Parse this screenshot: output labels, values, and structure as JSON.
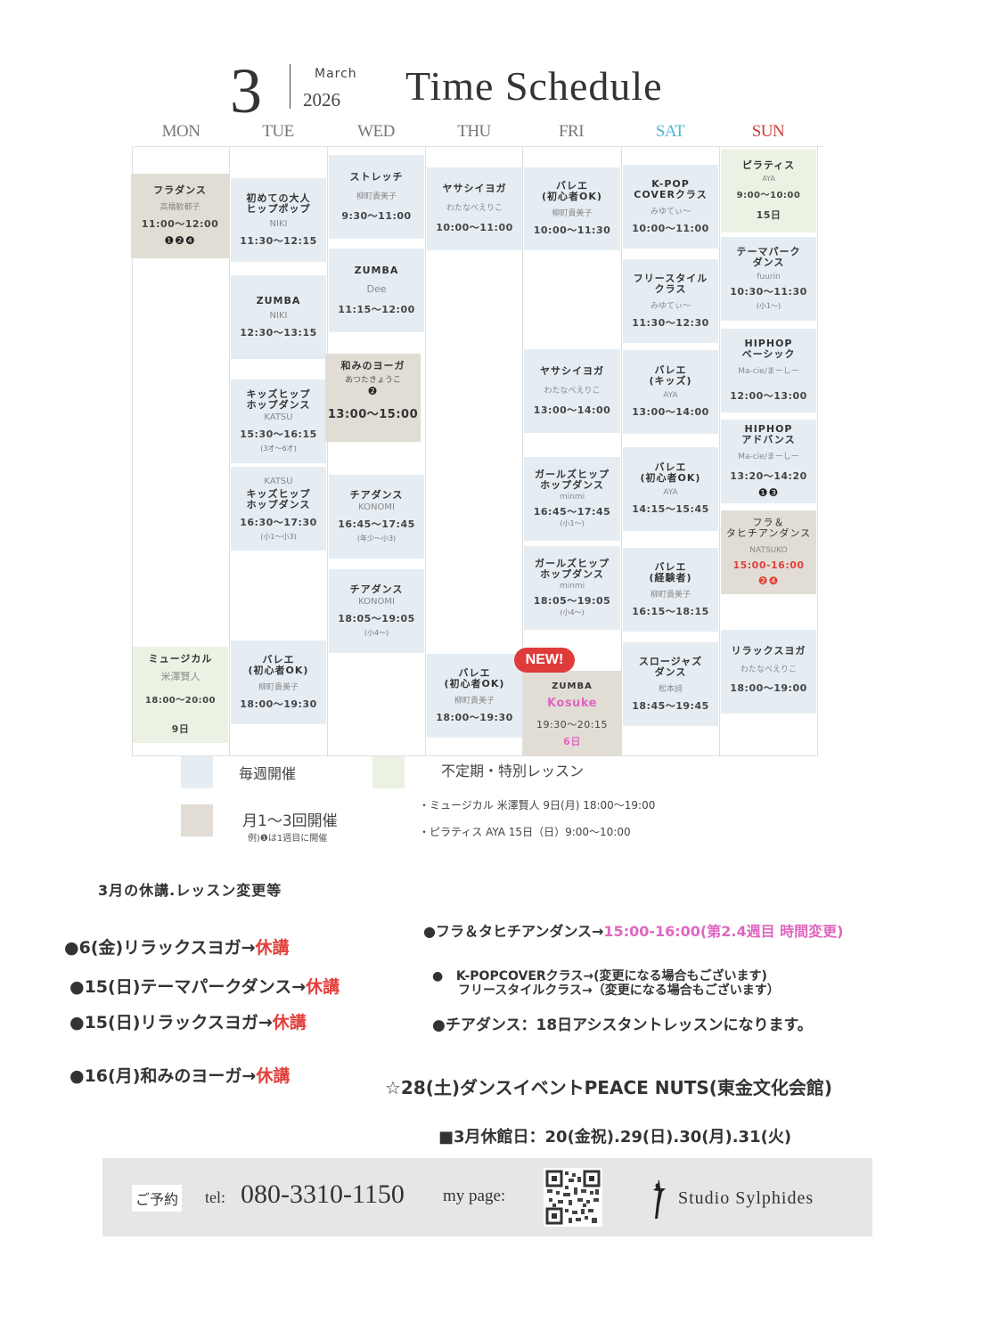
{
  "header": {
    "month_number": "3",
    "month_name": "March",
    "year": "2026",
    "title": "Time Schedule"
  },
  "days": [
    {
      "label": "MON",
      "color": "#777777"
    },
    {
      "label": "TUE",
      "color": "#777777"
    },
    {
      "label": "WED",
      "color": "#777777"
    },
    {
      "label": "THU",
      "color": "#777777"
    },
    {
      "label": "FRI",
      "color": "#777777"
    },
    {
      "label": "SAT",
      "color": "#4bb8d4"
    },
    {
      "label": "SUN",
      "color": "#d13b3b"
    }
  ],
  "classes": {
    "mon": [
      {
        "name": "フラダンス",
        "instructor": "高橋歓都子",
        "time": "11:00〜12:00",
        "weeks": "❶❷❹",
        "type": "monthly"
      },
      {
        "name": "ミュージカル",
        "instructor": "米澤賢人",
        "time": "18:00〜20:00",
        "date": "9日",
        "type": "special"
      }
    ],
    "tue": [
      {
        "name": "初めての大人\nヒップポップ",
        "instructor": "NIKI",
        "time": "11:30〜12:15",
        "type": "weekly"
      },
      {
        "name": "ZUMBA",
        "instructor": "NIKI",
        "time": "12:30〜13:15",
        "type": "weekly"
      },
      {
        "name": "キッズヒップ\nホップダンス",
        "instructor": "KATSU",
        "time": "15:30〜16:15",
        "note": "(3才〜6才)",
        "type": "weekly"
      },
      {
        "instructor": "KATSU",
        "name": "キッズヒップ\nホップダンス",
        "time": "16:30〜17:30",
        "note": "(小1〜小3)",
        "type": "weekly"
      },
      {
        "name": "バレエ\n(初心者OK)",
        "instructor": "柳町貴美子",
        "time": "18:00〜19:30",
        "type": "weekly"
      }
    ],
    "wed": [
      {
        "name": "ストレッチ",
        "instructor": "柳町貴美子",
        "time": "9:30〜11:00",
        "type": "weekly"
      },
      {
        "name": "ZUMBA",
        "instructor": "Dee",
        "time": "11:15〜12:00",
        "type": "weekly"
      },
      {
        "name": "和みのヨーガ",
        "instructor": "あつたきょうこ",
        "weeks": "❷",
        "time": "13:00〜15:00",
        "type": "monthly"
      },
      {
        "name": "チアダンス",
        "instructor": "KONOMI",
        "time": "16:45〜17:45",
        "note": "(年少〜小3)",
        "type": "weekly"
      },
      {
        "name": "チアダンス",
        "instructor": "KONOMI",
        "time": "18:05〜19:05",
        "note": "(小4〜)",
        "type": "weekly"
      }
    ],
    "thu": [
      {
        "name": "ヤサシイヨガ",
        "instructor": "わたなべえりこ",
        "time": "10:00〜11:00",
        "type": "weekly"
      },
      {
        "name": "バレエ\n(初心者OK)",
        "instructor": "柳町貴美子",
        "time": "18:00〜19:30",
        "type": "weekly"
      }
    ],
    "fri": [
      {
        "name": "バレエ\n(初心者OK)",
        "instructor": "柳町貴美子",
        "time": "10:00〜11:30",
        "type": "weekly"
      },
      {
        "name": "ヤサシイヨガ",
        "instructor": "わたなべえりこ",
        "time": "13:00〜14:00",
        "type": "weekly"
      },
      {
        "name": "ガールズヒップ\nホップダンス",
        "instructor": "minmi",
        "time": "16:45〜17:45",
        "note": "(小1〜)",
        "type": "weekly"
      },
      {
        "name": "ガールズヒップ\nホップダンス",
        "instructor": "minmi",
        "time": "18:05〜19:05",
        "note": "(小4〜)",
        "type": "weekly"
      },
      {
        "badge": "NEW!",
        "name": "ZUMBA",
        "instructor": "Kosuke",
        "time": "19:30〜20:15",
        "date": "6日",
        "type": "monthly"
      }
    ],
    "sat": [
      {
        "name": "K-POP\nCOVERクラス",
        "instructor": "みゆてぃ〜",
        "time": "10:00〜11:00",
        "type": "weekly"
      },
      {
        "name": "フリースタイル\nクラス",
        "instructor": "みゆてぃ〜",
        "time": "11:30〜12:30",
        "type": "weekly"
      },
      {
        "name": "バレエ\n(キッズ)",
        "instructor": "AYA",
        "time": "13:00〜14:00",
        "type": "weekly"
      },
      {
        "name": "バレエ\n(初心者OK)",
        "instructor": "AYA",
        "time": "14:15〜15:45",
        "type": "weekly"
      },
      {
        "name": "バレエ\n(経験者)",
        "instructor": "柳町貴美子",
        "time": "16:15〜18:15",
        "type": "weekly"
      },
      {
        "name": "スロージャズ\nダンス",
        "instructor": "松本詩",
        "time": "18:45〜19:45",
        "type": "weekly"
      }
    ],
    "sun": [
      {
        "name": "ピラティス",
        "instructor": "AYA",
        "time": "9:00〜10:00",
        "date": "15日",
        "type": "special"
      },
      {
        "name": "テーマパーク\nダンス",
        "instructor": "fuurin",
        "time": "10:30〜11:30",
        "note": "(小1〜)",
        "type": "weekly"
      },
      {
        "name": "HIPHOP\nベーシック",
        "instructor": "Ma-cie/まーしー",
        "time": "12:00〜13:00",
        "type": "weekly"
      },
      {
        "name": "HIPHOP\nアドバンス",
        "instructor": "Ma-cie/まーしー",
        "time": "13:20〜14:20",
        "weeks": "❶❸",
        "type": "weekly"
      },
      {
        "name": "フラ＆\nタヒチアンダンス",
        "instructor": "NATSUKO",
        "time": "15:00-16:00",
        "weeks": "❷❹",
        "type": "monthly"
      },
      {
        "name": "リラックスヨガ",
        "instructor": "わたなべえりこ",
        "time": "18:00〜19:00",
        "type": "weekly"
      }
    ]
  },
  "legend": {
    "weekly": {
      "label": "毎週開催",
      "color": "#e5edf3"
    },
    "monthly": {
      "label": "月1〜3回開催",
      "sublabel": "例)❶は1週目に開催",
      "color": "#e1ddd5"
    },
    "special": {
      "label": "不定期・特別レッスン",
      "color": "#ecf2e3"
    },
    "special_items": [
      "・ミュージカル 米澤賢人  9日(月) 18:00〜19:00",
      "・ピラティス AYA    15日（日）9:00〜10:00"
    ]
  },
  "notices": {
    "heading": "3月の休講.レッスン変更等",
    "cancellations": [
      {
        "text": "●6(金)リラックスヨガ→",
        "status": "休講"
      },
      {
        "text": "●15(日)テーマパークダンス→",
        "status": "休講"
      },
      {
        "text": "●15(日)リラックスヨガ→",
        "status": "休講"
      },
      {
        "text": "●16(月)和みのヨーガ→",
        "status": "休講"
      }
    ],
    "changes": [
      {
        "text": "●フラ＆タヒチアンダンス→",
        "highlight": "15:00-16:00(第2.4週目 時間変更)"
      },
      {
        "text": "●   K-POPCOVERクラス→(変更になる場合もございます)"
      },
      {
        "text": "フリースタイルクラス→（変更になる場合もございます）"
      },
      {
        "text": "●チアダンス：18日アシスタントレッスンになります。"
      }
    ],
    "event": "☆28(土)ダンスイベントPEACE NUTS(東金文化会館)",
    "closed_days": "■3月休館日：20(金祝).29(日).30(月).31(火)"
  },
  "footer": {
    "reserve_label": "ご予約",
    "tel_label": "tel:",
    "tel_number": "080-3310-1150",
    "mypage_label": "my page:",
    "studio_name": "Studio Sylphides"
  },
  "colors": {
    "weekly": "#e5edf3",
    "monthly": "#e1ddd5",
    "special": "#ecf2e3",
    "red": "#e2403c",
    "pink": "#e066c0",
    "new_badge": "#e03b3b"
  }
}
